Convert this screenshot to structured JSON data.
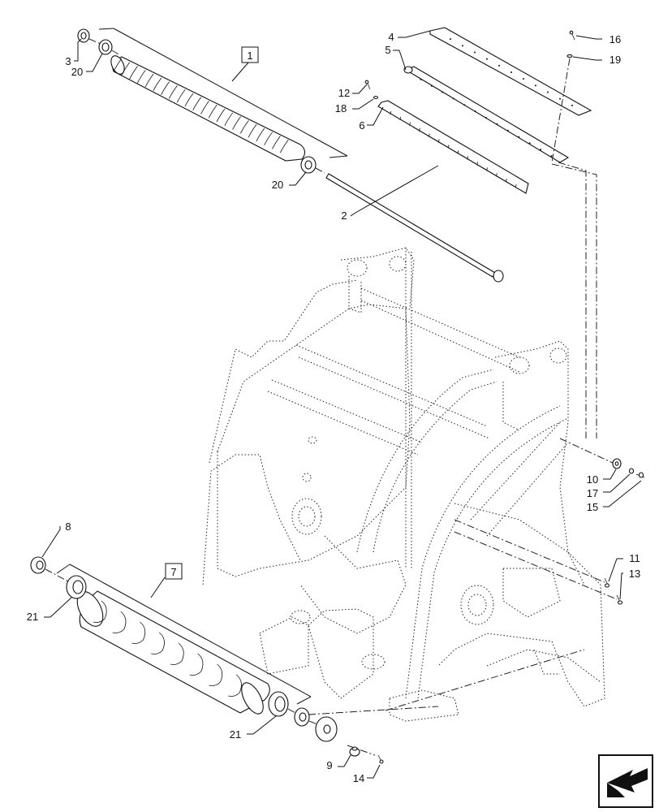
{
  "callouts": {
    "c1": "1",
    "c2": "2",
    "c3": "3",
    "c4": "4",
    "c5": "5",
    "c6": "6",
    "c7": "7",
    "c8": "8",
    "c9": "9",
    "c10": "10",
    "c11": "11",
    "c12": "12",
    "c13": "13",
    "c14": "14",
    "c15": "15",
    "c16": "16",
    "c17": "17",
    "c18": "18",
    "c19": "19",
    "c20a": "20",
    "c20b": "20",
    "c21a": "21",
    "c21b": "21"
  },
  "icons": {
    "navigation": "arrow-corner-icon"
  }
}
